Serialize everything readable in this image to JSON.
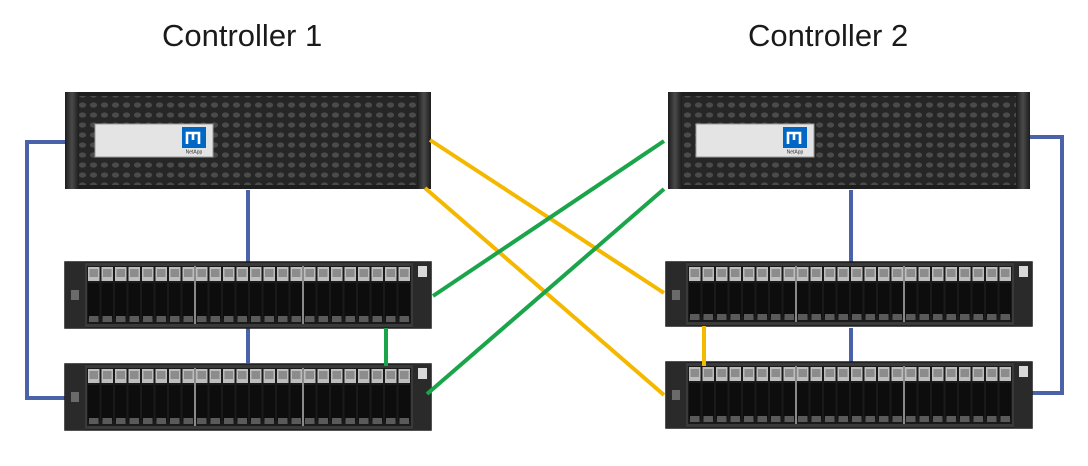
{
  "titles": {
    "controller1": "Controller 1",
    "controller2": "Controller 2"
  },
  "brand": {
    "logo_text": "NetApp",
    "logo_color": "#0067c5"
  },
  "colors": {
    "blue_cable": "#4a63a8",
    "yellow_cable": "#f5b800",
    "green_cable": "#1aa54a",
    "chassis": "#2c2c2c"
  }
}
